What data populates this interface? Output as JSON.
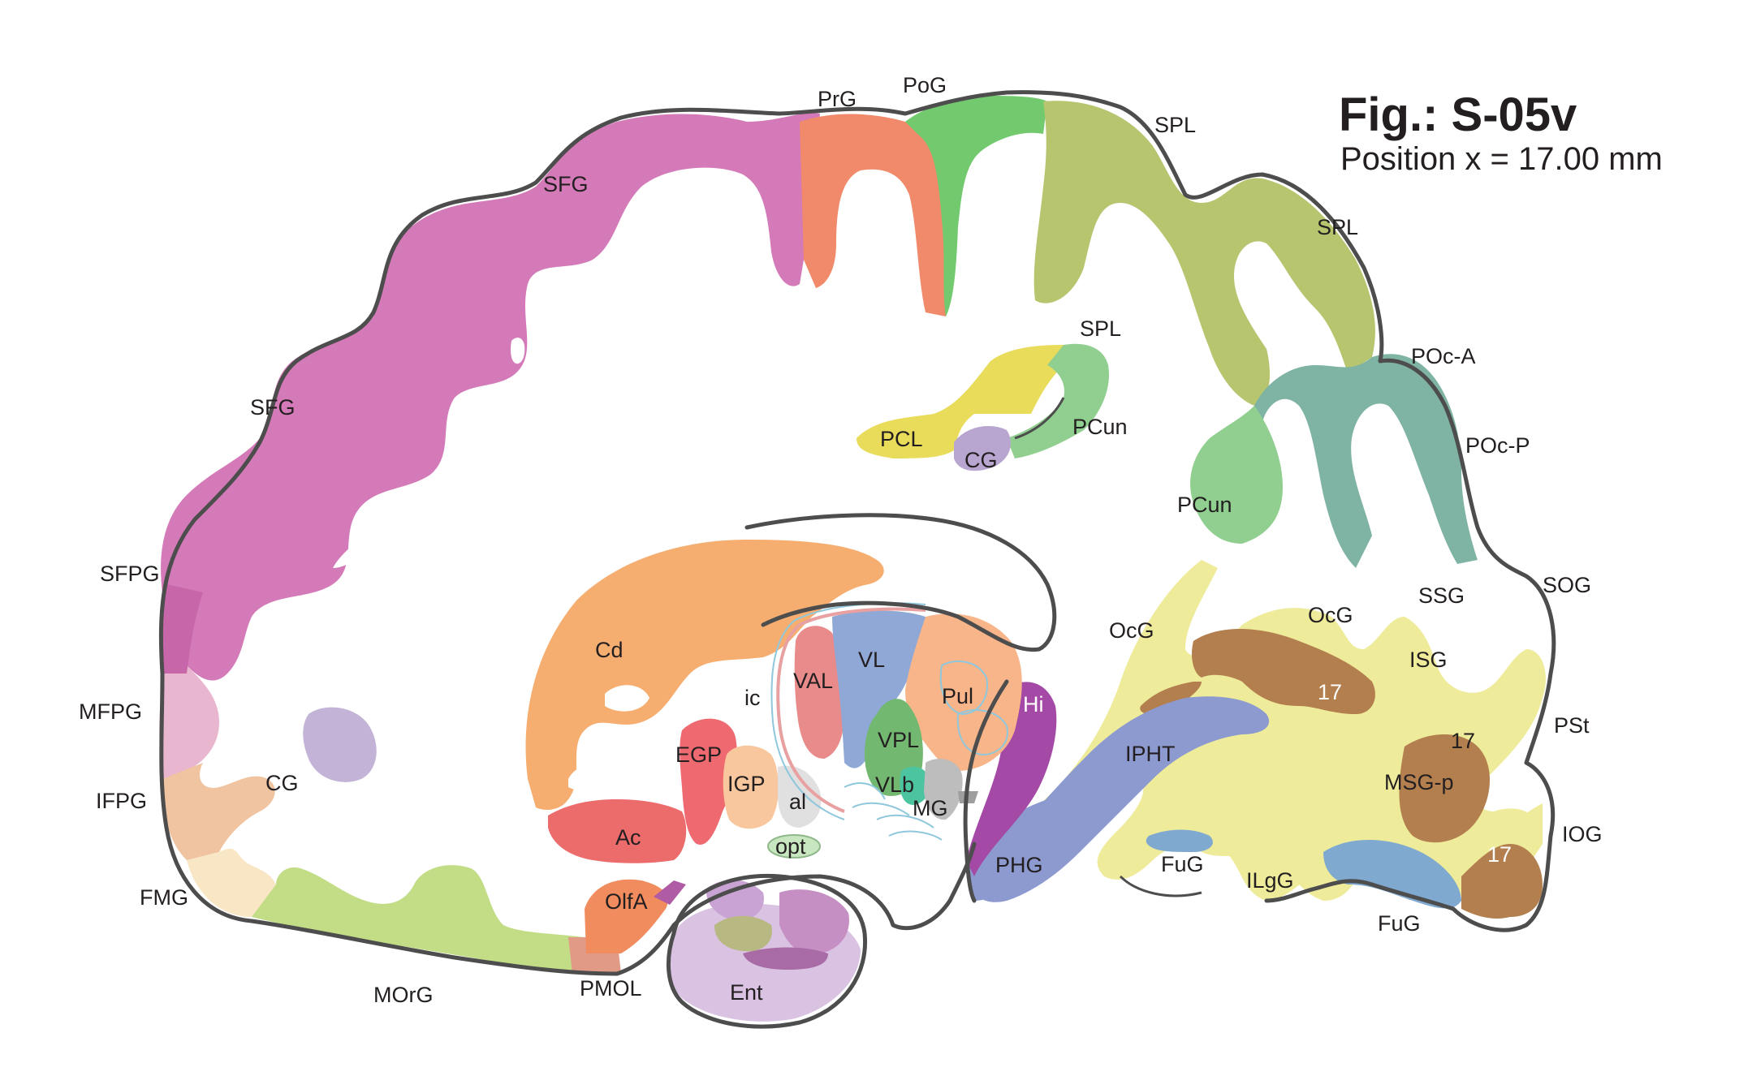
{
  "figure": {
    "title": "Fig.: S-05v",
    "position": "Position x = 17.00 mm"
  },
  "colors": {
    "SFG": "#d47ab8",
    "PrG": "#f08a6a",
    "PoG": "#72c96e",
    "SPL": "#b7c56f",
    "POc": "#7fb3a4",
    "PCL": "#e8dc5a",
    "PCun": "#90cf8f",
    "CG": "#b9a6d0",
    "FP": "#e8b6cf",
    "IFPG": "#f0c4a0",
    "FMG": "#f8e6c4",
    "MOrG": "#c2dd86",
    "PMOL": "#e09a86",
    "OlfA": "#f08c5e",
    "OcG": "#eeeb9a",
    "V17": "#b37f4e",
    "Hi": "#a44aa6",
    "PHG": "#8c9ad0",
    "FuG": "#7fa9cf",
    "Cd": "#f6ae70",
    "Ac": "#ec6c6c",
    "EGP": "#ee6a70",
    "IGP": "#f9c79d",
    "VAL": "#e98b8b",
    "VL": "#8fa8d5",
    "Pul": "#f8b58a",
    "VPL": "#72b870",
    "VLb": "#4dc4a0",
    "MG": "#bdbdbd",
    "Ent": "#d9c2e2",
    "opt": "#c8e6c0"
  },
  "labels": {
    "prg": "PrG",
    "pog": "PoG",
    "spl1": "SPL",
    "spl2": "SPL",
    "spl3": "SPL",
    "sfg1": "SFG",
    "sfg2": "SFG",
    "sfpg": "SFPG",
    "mfpg": "MFPG",
    "ifpg": "IFPG",
    "cg1": "CG",
    "cg2": "CG",
    "fmg": "FMG",
    "morg": "MOrG",
    "pmol": "PMOL",
    "olfa": "OlfA",
    "ent": "Ent",
    "opt": "opt",
    "al": "al",
    "ic": "ic",
    "cd": "Cd",
    "ac": "Ac",
    "egp": "EGP",
    "igp": "IGP",
    "val": "VAL",
    "vl": "VL",
    "pul": "Pul",
    "vpl": "VPL",
    "vlb": "VLb",
    "mg": "MG",
    "hi": "Hi",
    "phg": "PHG",
    "pcl": "PCL",
    "pcun1": "PCun",
    "pcun2": "PCun",
    "poca": "POc-A",
    "pocp": "POc-P",
    "ocg1": "OcG",
    "ocg2": "OcG",
    "ssg": "SSG",
    "sog": "SOG",
    "isg": "ISG",
    "pst": "PSt",
    "iog": "IOG",
    "v17a": "17",
    "v17b": "17",
    "v17c": "17",
    "msgp": "MSG-p",
    "ipht": "IPHT",
    "fug1": "FuG",
    "fug2": "FuG",
    "ilgg": "ILgG"
  }
}
